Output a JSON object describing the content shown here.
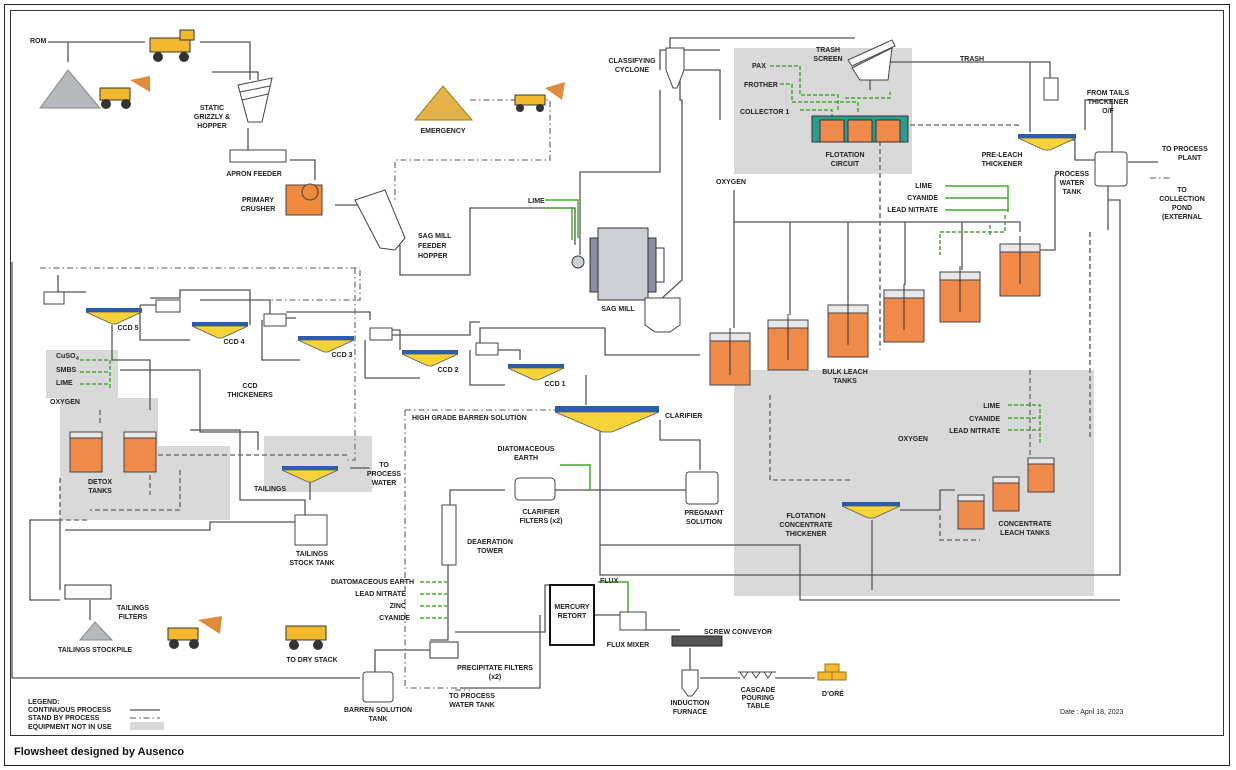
{
  "footer": "Flowsheet designed by Ausenco",
  "date": "Date : April 18, 2023",
  "labels": {
    "rom": "ROM",
    "static_grizzly_1": "STATIC",
    "static_grizzly_2": "GRIZZLY &",
    "static_grizzly_3": "HOPPER",
    "apron_feeder": "APRON FEEDER",
    "primary_crusher_1": "PRIMARY",
    "primary_crusher_2": "CRUSHER",
    "emergency": "EMERGENCY",
    "sag_feeder_1": "SAG MILL",
    "sag_feeder_2": "FEEDER",
    "sag_feeder_3": "HOPPER",
    "classifying_1": "CLASSIFYING",
    "classifying_2": "CYCLONE",
    "lime_sag": "LIME",
    "sag_mill": "SAG MILL",
    "trash_screen_1": "TRASH",
    "trash_screen_2": "SCREEN",
    "trash": "TRASH",
    "pax": "PAX",
    "frother": "FROTHER",
    "collector": "COLLECTOR 1",
    "flotation_circuit_1": "FLOTATION",
    "flotation_circuit_2": "CIRCUIT",
    "from_tails_1": "FROM TAILS",
    "from_tails_2": "THICKENER",
    "from_tails_3": "O/F",
    "pre_leach_1": "PRE-LEACH",
    "pre_leach_2": "THICKENER",
    "process_water_1": "PROCESS",
    "process_water_2": "WATER",
    "process_water_3": "TANK",
    "to_process_plant_1": "TO PROCESS",
    "to_process_plant_2": "PLANT",
    "to_collection_1": "TO",
    "to_collection_2": "COLLECTION",
    "to_collection_3": "POND",
    "to_collection_4": "(EXTERNAL",
    "oxygen_top": "OXYGEN",
    "lime_top": "LIME",
    "cyanide_top": "CYANIDE",
    "lead_nitrate_top": "LEAD NITRATE",
    "bulk_leach_1": "BULK LEACH",
    "bulk_leach_2": "TANKS",
    "legend_title": "LEGEND:",
    "legend_continuous": "CONTINUOUS PROCESS",
    "legend_standby": "STAND BY PROCESS",
    "legend_notinuse": "EQUIPMENT NOT IN USE",
    "ccd5": "CCD 5",
    "ccd4": "CCD 4",
    "ccd3": "CCD 3",
    "ccd2": "CCD 2",
    "ccd1": "CCD 1",
    "ccd_thick_1": "CCD",
    "ccd_thick_2": "THICKENERS",
    "cuso4": "CuSO",
    "cuso4_sub": "4",
    "smbs": "SMBS",
    "lime_detox": "LIME",
    "oxygen_detox": "OXYGEN",
    "detox_1": "DETOX",
    "detox_2": "TANKS",
    "tailings": "TAILINGS",
    "to_process_water_1": "TO",
    "to_process_water_2": "PROCESS",
    "to_process_water_3": "WATER",
    "tailings_stock_1": "TAILINGS",
    "tailings_stock_2": "STOCK TANK",
    "tailings_filters_1": "TAILINGS",
    "tailings_filters_2": "FILTERS",
    "tailings_stockpile": "TAILINGS STOCKPILE",
    "to_dry_stack": "TO DRY STACK",
    "high_grade": "HIGH GRADE BARREN SOLUTION",
    "clarifier": "CLARIFIER",
    "diatom_1": "DIATOMACEOUS",
    "diatom_2": "EARTH",
    "clarifier_filters_1": "CLARIFIER",
    "clarifier_filters_2": "FILTERS (x2)",
    "pregnant_1": "PREGNANT",
    "pregnant_2": "SOLUTION",
    "deaeration_1": "DEAERATION",
    "deaeration_2": "TOWER",
    "diatom_earth": "DIATOMACEOUS EARTH",
    "lead_nitrate_merrill": "LEAD NITRATE",
    "zinc": "ZINC",
    "cyanide_merrill": "CYANIDE",
    "precipitate_1": "PRECIPITATE  FILTERS",
    "precipitate_2": "(x2)",
    "barren_tank_1": "BARREN SOLUTION",
    "barren_tank_2": "TANK",
    "to_pw_tank_1": "TO PROCESS",
    "to_pw_tank_2": "WATER TANK",
    "mercury_1": "MERCURY",
    "mercury_2": "RETORT",
    "flux": "FLUX",
    "flux_mixer": "FLUX MIXER",
    "screw_conveyor": "SCREW CONVEYOR",
    "induction_1": "INDUCTION",
    "induction_2": "FURNACE",
    "cascade_1": "CASCADE",
    "cascade_2": "POURING",
    "cascade_3": "TABLE",
    "dore": "D'ORÉ",
    "lime_conc": "LIME",
    "cyanide_conc": "CYANIDE",
    "lead_nitrate_conc": "LEAD NITRATE",
    "oxygen_conc": "OXYGEN",
    "flot_conc_1": "FLOTATION",
    "flot_conc_2": "CONCENTRATE",
    "flot_conc_3": "THICKENER",
    "conc_leach_1": "CONCENTRATE",
    "conc_leach_2": "LEACH TANKS"
  }
}
